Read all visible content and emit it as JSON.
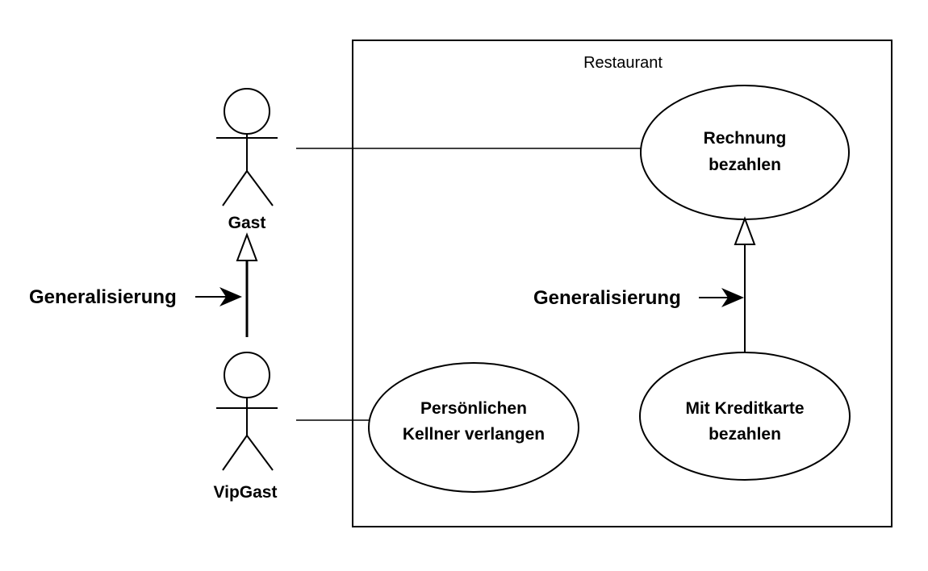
{
  "system": {
    "name": "Restaurant"
  },
  "actors": [
    {
      "id": "gast",
      "name": "Gast"
    },
    {
      "id": "vipgast",
      "name": "VipGast"
    }
  ],
  "use_cases": [
    {
      "id": "rechnung",
      "lines": [
        "Rechnung",
        "bezahlen"
      ]
    },
    {
      "id": "kreditkarte",
      "lines": [
        "Mit Kreditkarte",
        "bezahlen"
      ]
    },
    {
      "id": "kellner",
      "lines": [
        "Persönlichen",
        "Kellner verlangen"
      ]
    }
  ],
  "annotations": [
    {
      "id": "gen-actor",
      "text": "Generalisierung"
    },
    {
      "id": "gen-usecase",
      "text": "Generalisierung"
    }
  ]
}
